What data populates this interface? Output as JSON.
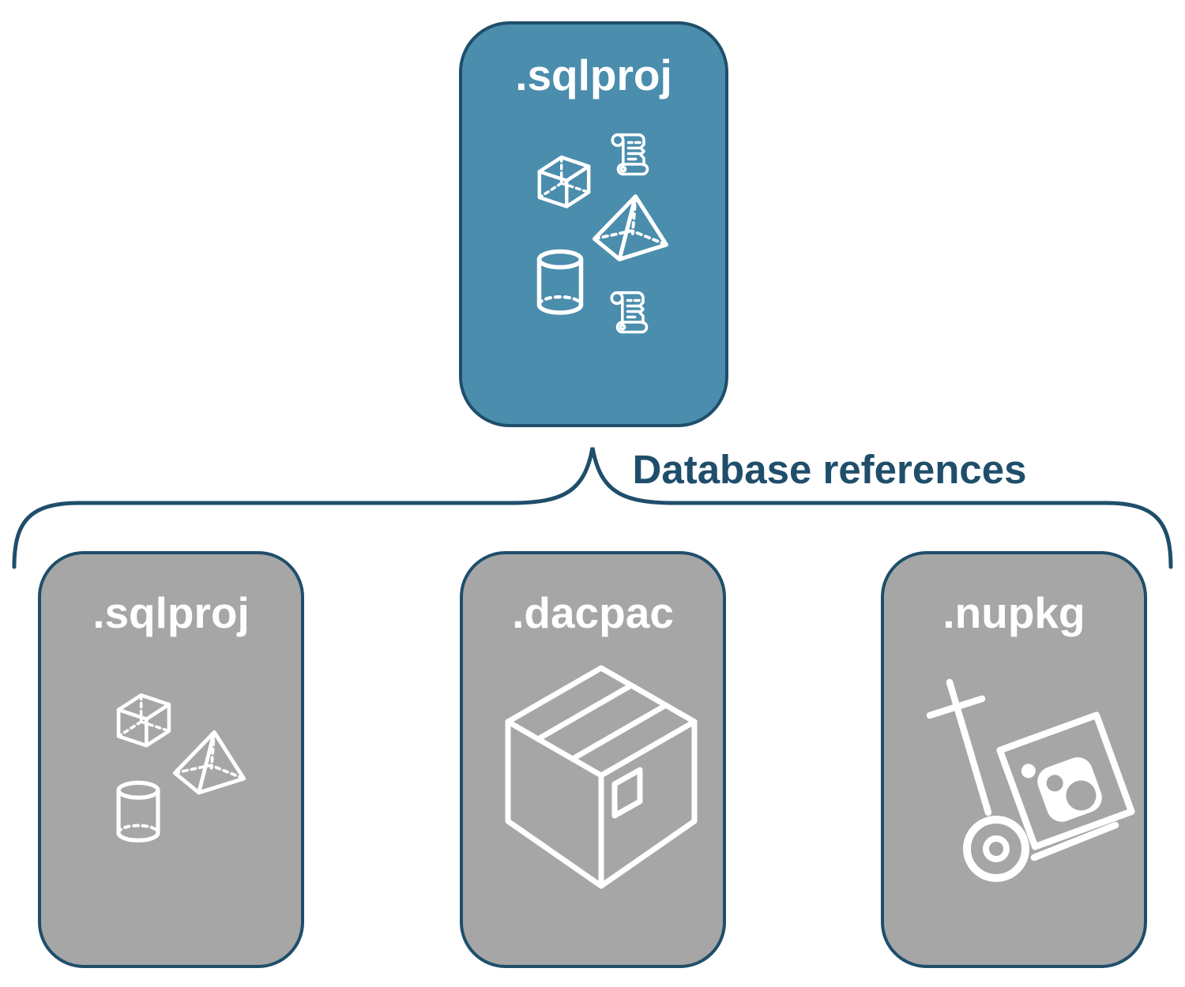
{
  "diagram": {
    "root": {
      "label": ".sqlproj",
      "icons": [
        "cube-icon",
        "scroll-icon",
        "pyramid-icon",
        "cylinder-icon",
        "scroll-icon"
      ]
    },
    "connector": {
      "label": "Database references"
    },
    "children": [
      {
        "id": "sqlproj",
        "label": ".sqlproj",
        "icons": [
          "cube-icon",
          "pyramid-icon",
          "cylinder-icon"
        ]
      },
      {
        "id": "dacpac",
        "label": ".dacpac",
        "icons": [
          "package-box-icon"
        ]
      },
      {
        "id": "nupkg",
        "label": ".nupkg",
        "icons": [
          "nuget-hand-truck-icon"
        ]
      }
    ],
    "colors": {
      "root_fill": "#4A8DAD",
      "child_fill": "#A6A6A6",
      "outline": "#1F4E6B",
      "label": "#FFFFFF",
      "background": "#FFFFFF"
    }
  }
}
